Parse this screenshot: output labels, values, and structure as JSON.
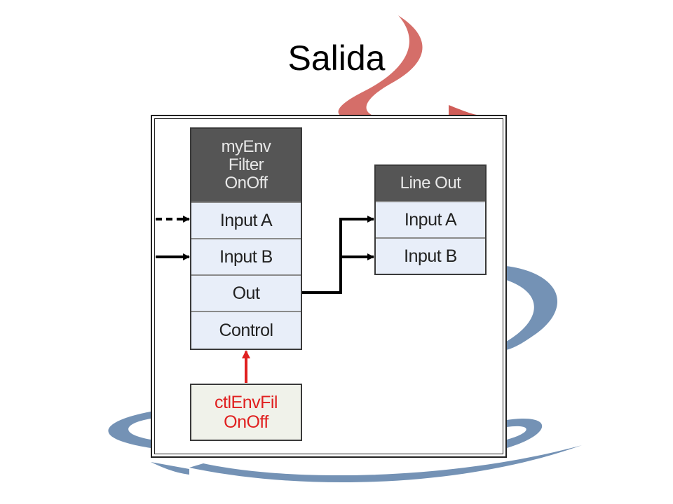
{
  "slide": {
    "title": "Salida"
  },
  "diagram": {
    "envelope_block": {
      "header_lines": [
        "myEnv",
        "Filter",
        "OnOff"
      ],
      "ports": [
        "Input A",
        "Input B",
        "Out",
        "Control"
      ]
    },
    "line_out_block": {
      "header": "Line Out",
      "ports": [
        "Input A",
        "Input B"
      ]
    },
    "control_block": {
      "lines": [
        "ctlEnvFil",
        "OnOff"
      ]
    }
  },
  "colors": {
    "header_bg": "#555555",
    "port_bg": "#e8eef9",
    "control_text": "#e02020",
    "control_wire": "#e02020",
    "wire": "#000000",
    "logo_red": "#c8403a",
    "logo_blue": "#5b7fa8"
  }
}
